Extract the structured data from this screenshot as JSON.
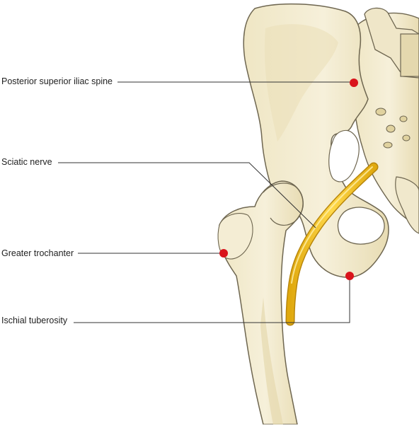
{
  "labels": {
    "posterior_superior_iliac_spine": "Posterior superior iliac spine",
    "sciatic_nerve": "Sciatic nerve",
    "greater_trochanter": "Greater trochanter",
    "ischial_tuberosity": "Ischial tuberosity"
  },
  "colors": {
    "bone_fill": "#f3ecd2",
    "bone_shade": "#e2d6ad",
    "bone_outline": "#6e6650",
    "nerve": "#f2c21b",
    "nerve_highlight": "#ffe27a",
    "landmark_dot": "#d9141c",
    "leader_line": "#333333"
  }
}
